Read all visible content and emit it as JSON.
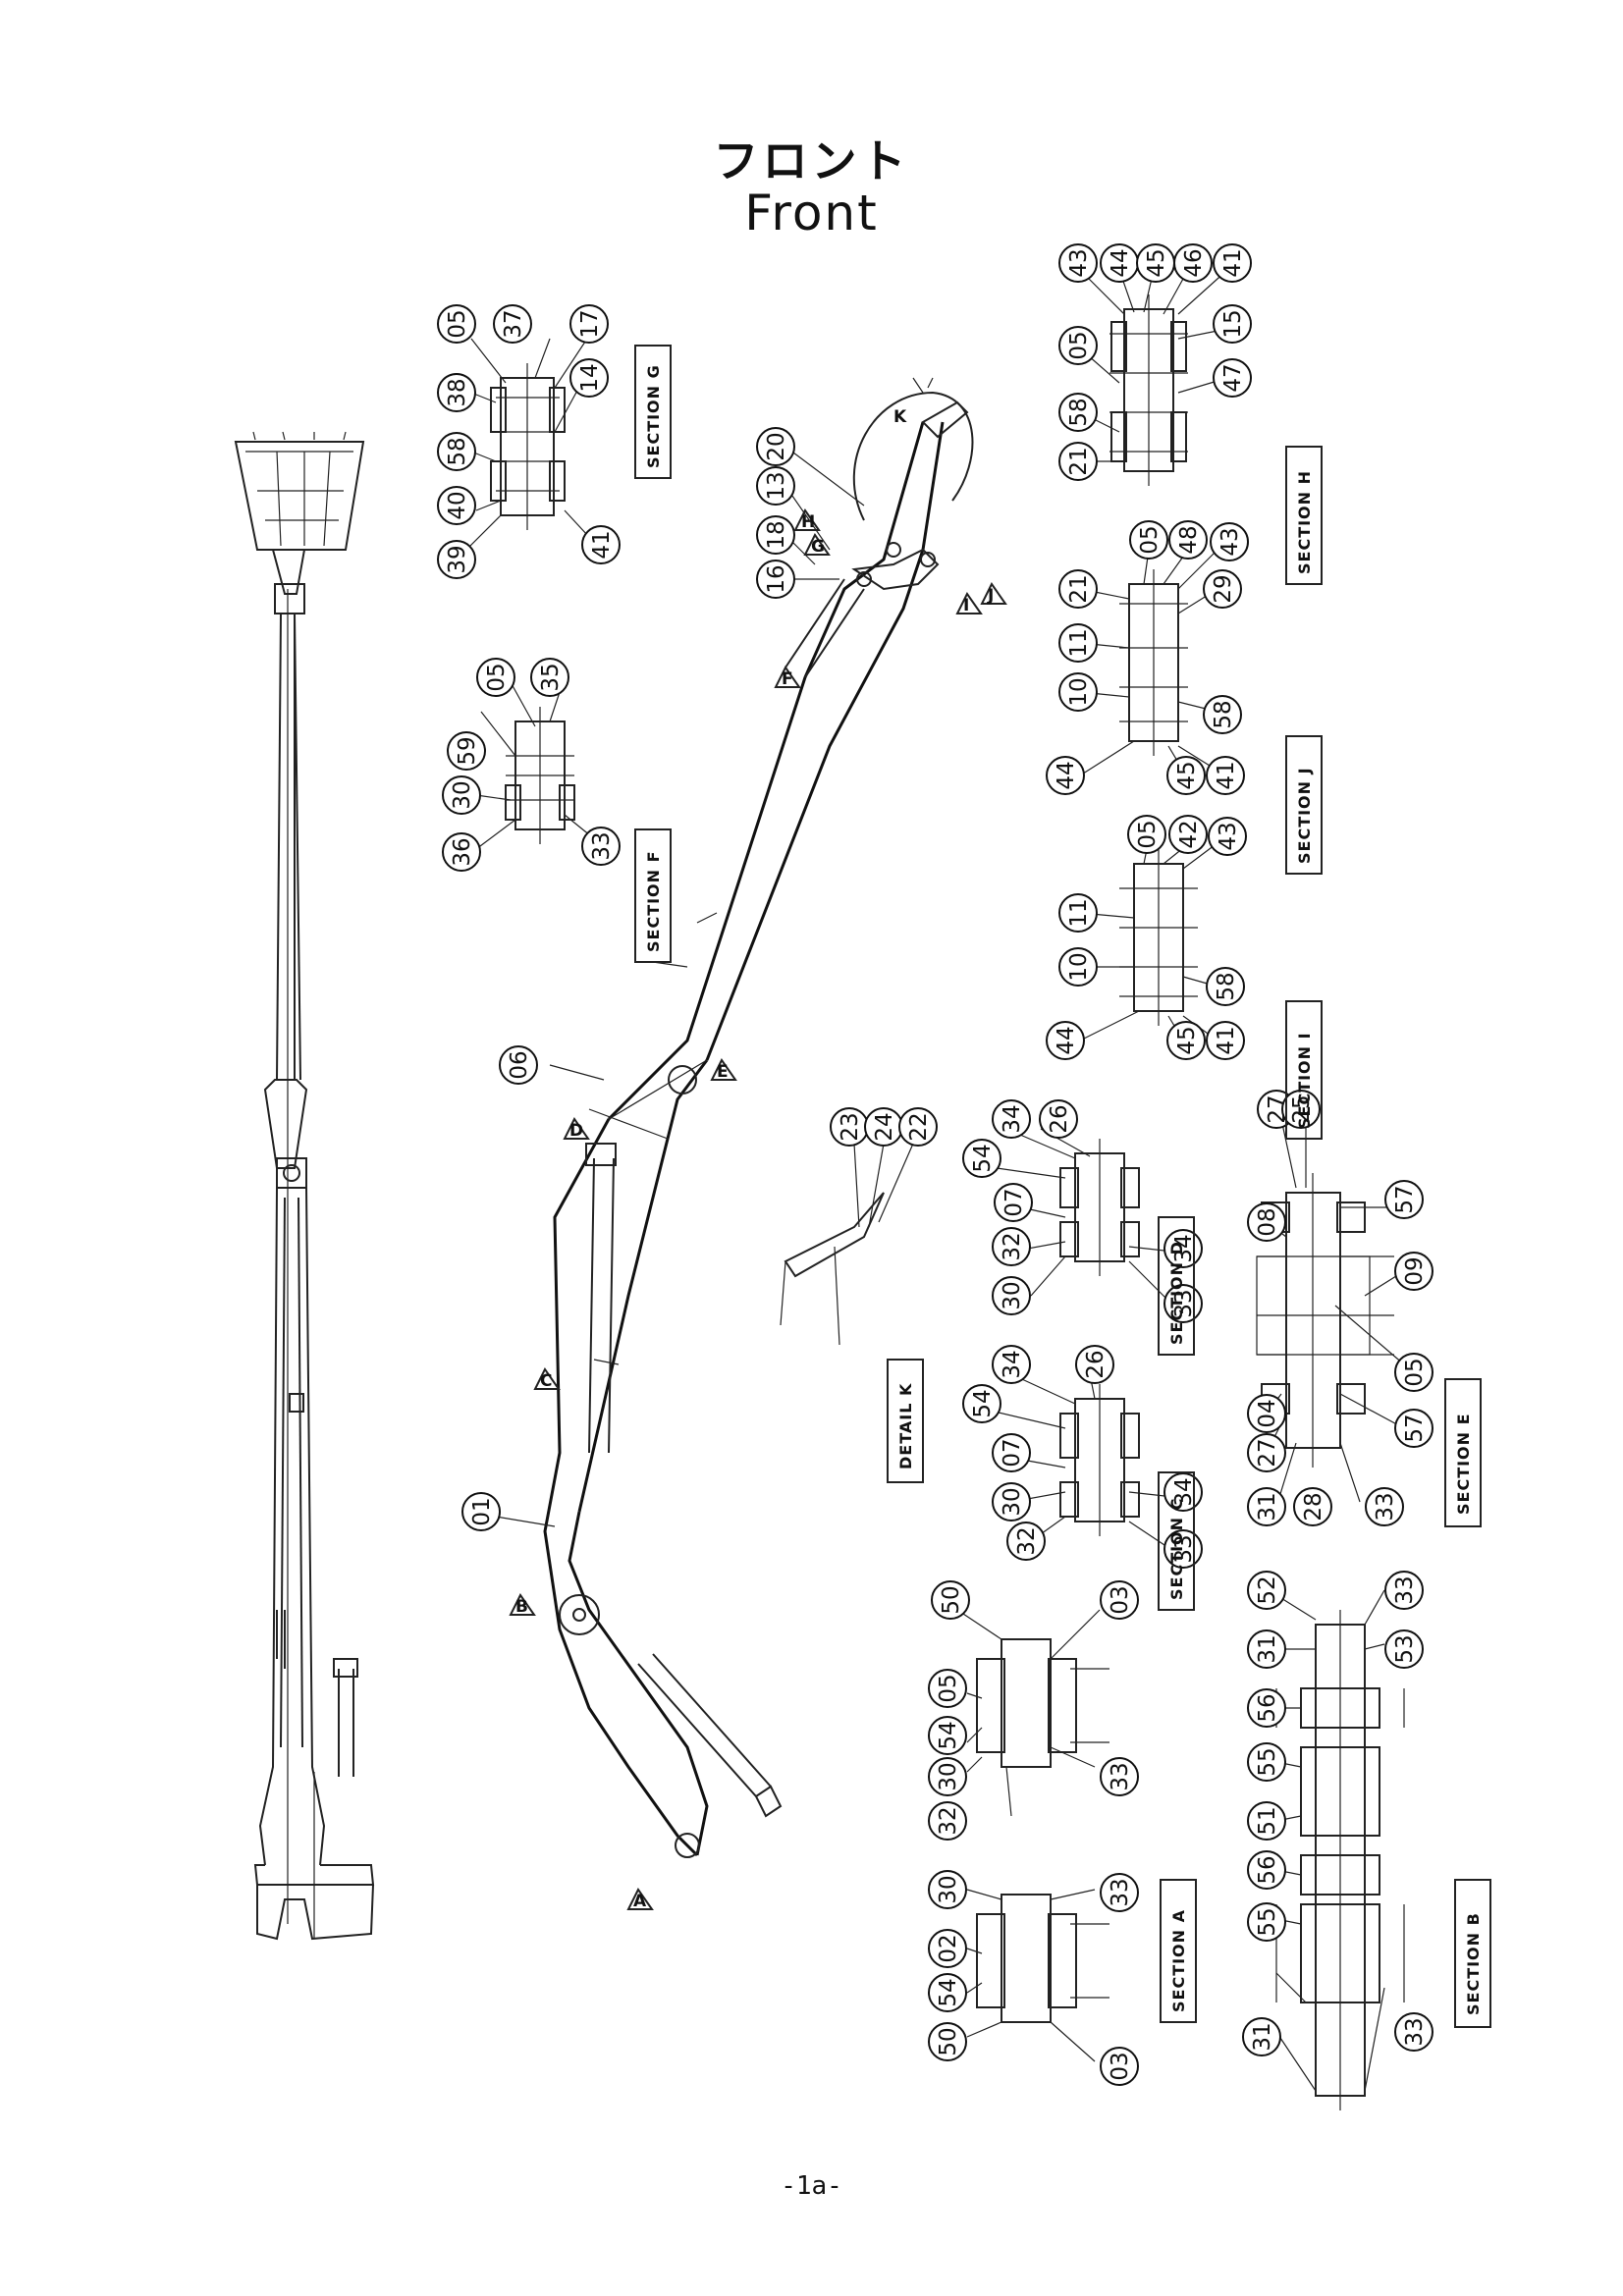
{
  "header": {
    "title_jp": "フロント",
    "title_en": "Front"
  },
  "footer": {
    "page": "-1a-"
  },
  "sections": {
    "a": "SECTION A",
    "b": "SECTION B",
    "c": "SECTION C",
    "d": "SECTION D",
    "e": "SECTION E",
    "f": "SECTION F",
    "g": "SECTION G",
    "h": "SECTION H",
    "i": "SECTION I",
    "j": "SECTION J",
    "k": "DETAIL K"
  },
  "view_markers": {
    "a": "A",
    "b": "B",
    "c": "C",
    "d": "D",
    "e": "E",
    "f": "F",
    "g": "G",
    "h": "H",
    "i": "I",
    "j": "J",
    "k": "K"
  },
  "callouts": {
    "g": [
      "05",
      "37",
      "17",
      "38",
      "14",
      "58",
      "40",
      "39",
      "41"
    ],
    "f": [
      "05",
      "35",
      "59",
      "30",
      "36",
      "33"
    ],
    "h": [
      "43",
      "44",
      "45",
      "46",
      "41",
      "15",
      "05",
      "47",
      "58",
      "21"
    ],
    "j": [
      "05",
      "48",
      "43",
      "21",
      "29",
      "11",
      "10",
      "58",
      "44",
      "45",
      "41"
    ],
    "i": [
      "05",
      "42",
      "43",
      "11",
      "10",
      "58",
      "44",
      "45",
      "41"
    ],
    "k": [
      "23",
      "24",
      "22"
    ],
    "d": [
      "34",
      "26",
      "54",
      "07",
      "32",
      "34",
      "30",
      "33"
    ],
    "c": [
      "34",
      "26",
      "54",
      "07",
      "30",
      "34",
      "32",
      "33"
    ],
    "e": [
      "27",
      "25",
      "57",
      "08",
      "09",
      "05",
      "04",
      "57",
      "27",
      "31",
      "28",
      "33"
    ],
    "a": [
      "50",
      "03",
      "05",
      "54",
      "30",
      "33",
      "32",
      "30",
      "33",
      "02",
      "54",
      "50",
      "03"
    ],
    "b": [
      "52",
      "33",
      "31",
      "53",
      "56",
      "55",
      "51",
      "56",
      "55",
      "31",
      "33"
    ],
    "main": [
      "20",
      "13",
      "18",
      "16",
      "06",
      "01"
    ]
  }
}
